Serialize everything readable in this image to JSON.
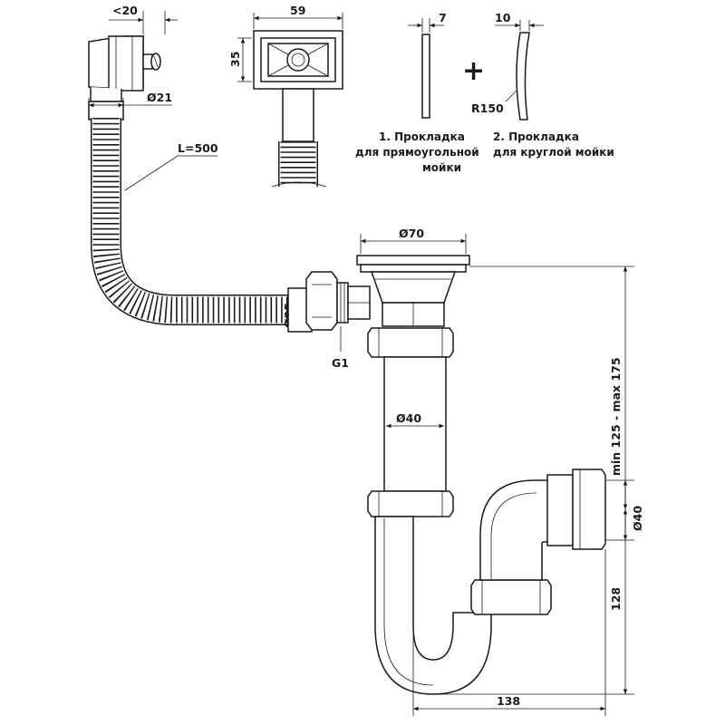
{
  "diagram": {
    "overflow_dims": {
      "depth": "<20",
      "pipe_diameter": "Ø21"
    },
    "hose": {
      "length": "L=500",
      "diameter": "Ø25"
    },
    "fitting_thread": "G1",
    "overflow_grille": {
      "width": "59",
      "height": "35"
    },
    "gasket_flat": {
      "thickness": "7",
      "caption_line1": "1. Прокладка",
      "caption_line2": "для прямоугольной",
      "caption_line3": "мойки"
    },
    "plus_sign": "+",
    "gasket_curved": {
      "thickness": "10",
      "radius": "R150",
      "caption_line1": "2. Прокладка",
      "caption_line2": "для круглой мойки"
    },
    "drain_diameter": "Ø70",
    "tube_diameter": "Ø40",
    "outlet_diameter": "Ø40",
    "height_range": "min 125 - max 175",
    "outlet_height": "128",
    "total_width": "138"
  }
}
